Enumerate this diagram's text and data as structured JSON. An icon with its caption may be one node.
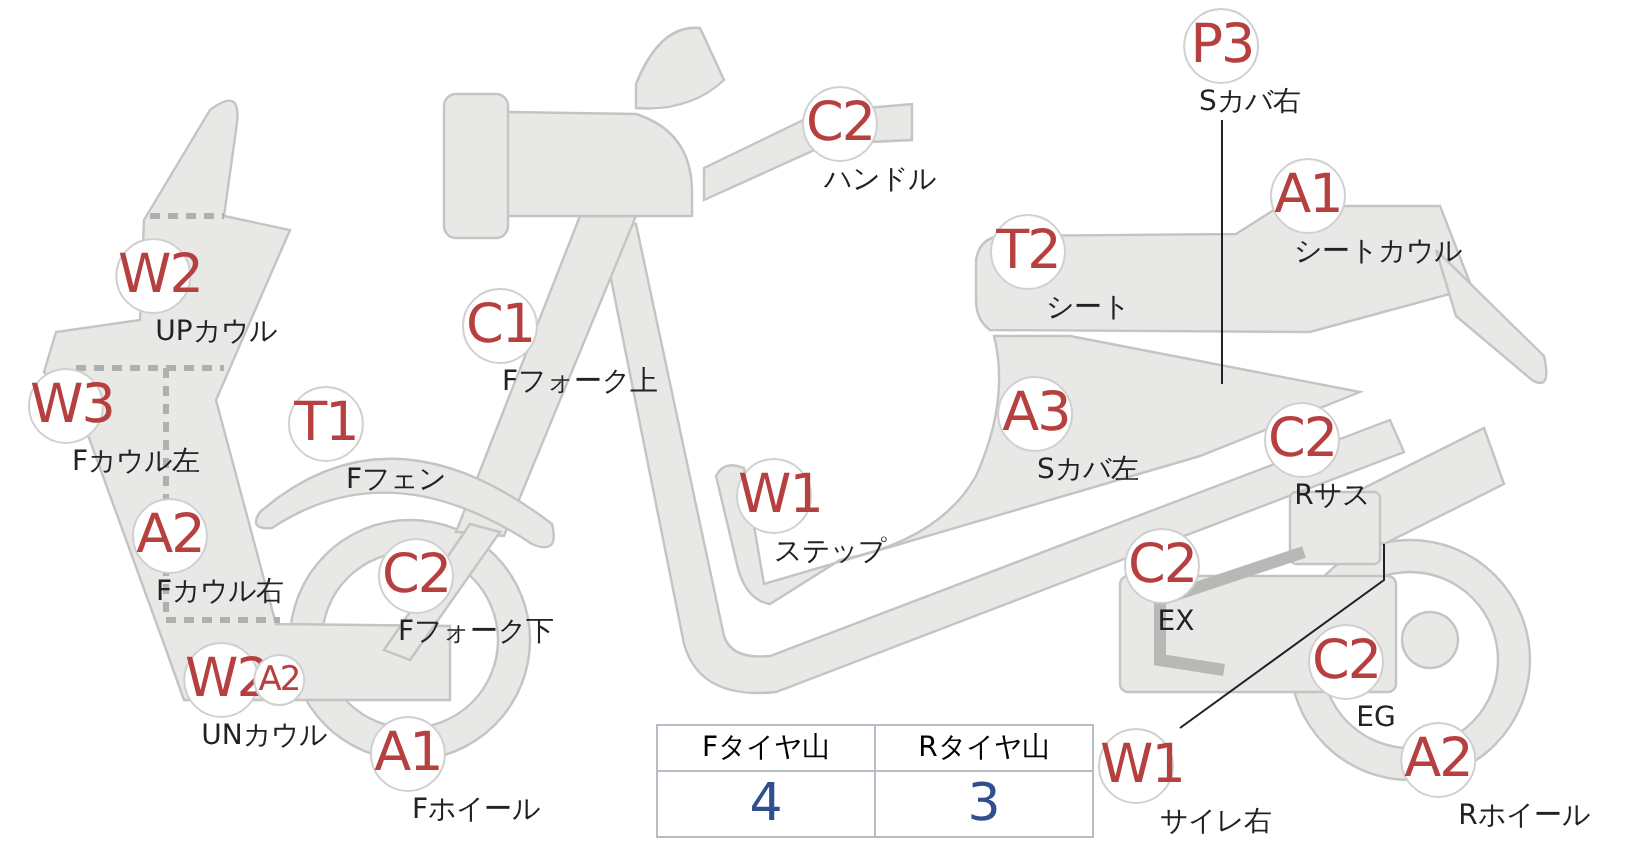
{
  "diagram": {
    "nodes": [
      {
        "text": [
          "P3",
          "Sカバ右"
        ]
      },
      {
        "text": [
          "C2",
          "ハンドル"
        ]
      },
      {
        "text": [
          "A1",
          "シートカウル"
        ]
      },
      {
        "text": [
          "W2",
          "UPカウル"
        ]
      },
      {
        "text": [
          "T2",
          "シート"
        ]
      },
      {
        "text": [
          "C1",
          "Fフォーク上"
        ]
      },
      {
        "text": [
          "W3",
          "Fカウル左"
        ]
      },
      {
        "text": [
          "T1",
          "Fフェン"
        ]
      },
      {
        "text": [
          "A3",
          "Sカバ左"
        ]
      },
      {
        "text": [
          "C2",
          "Rサス"
        ]
      },
      {
        "text": [
          "W1",
          "ステップ"
        ]
      },
      {
        "text": [
          "A2",
          "Fカウル右"
        ]
      },
      {
        "text": [
          "C2",
          "Fフォーク下"
        ]
      },
      {
        "text": [
          "C2",
          "EX"
        ]
      },
      {
        "text": [
          "W2",
          "A2",
          "UNカウル"
        ]
      },
      {
        "text": [
          "C2",
          "EG"
        ]
      },
      {
        "text": [
          "A1",
          "Fホイール"
        ]
      },
      {
        "text": [
          "W1",
          "サイレ右"
        ]
      },
      {
        "text": [
          "A2",
          "Rホイール"
        ]
      }
    ],
    "edges": [
      {
        "from": 0,
        "to": null,
        "arrow": "none"
      },
      {
        "from": 17,
        "to": null,
        "arrow": "none"
      }
    ],
    "labels": [
      "Fタイヤ山",
      "Rタイヤ山",
      "4",
      "3"
    ]
  }
}
